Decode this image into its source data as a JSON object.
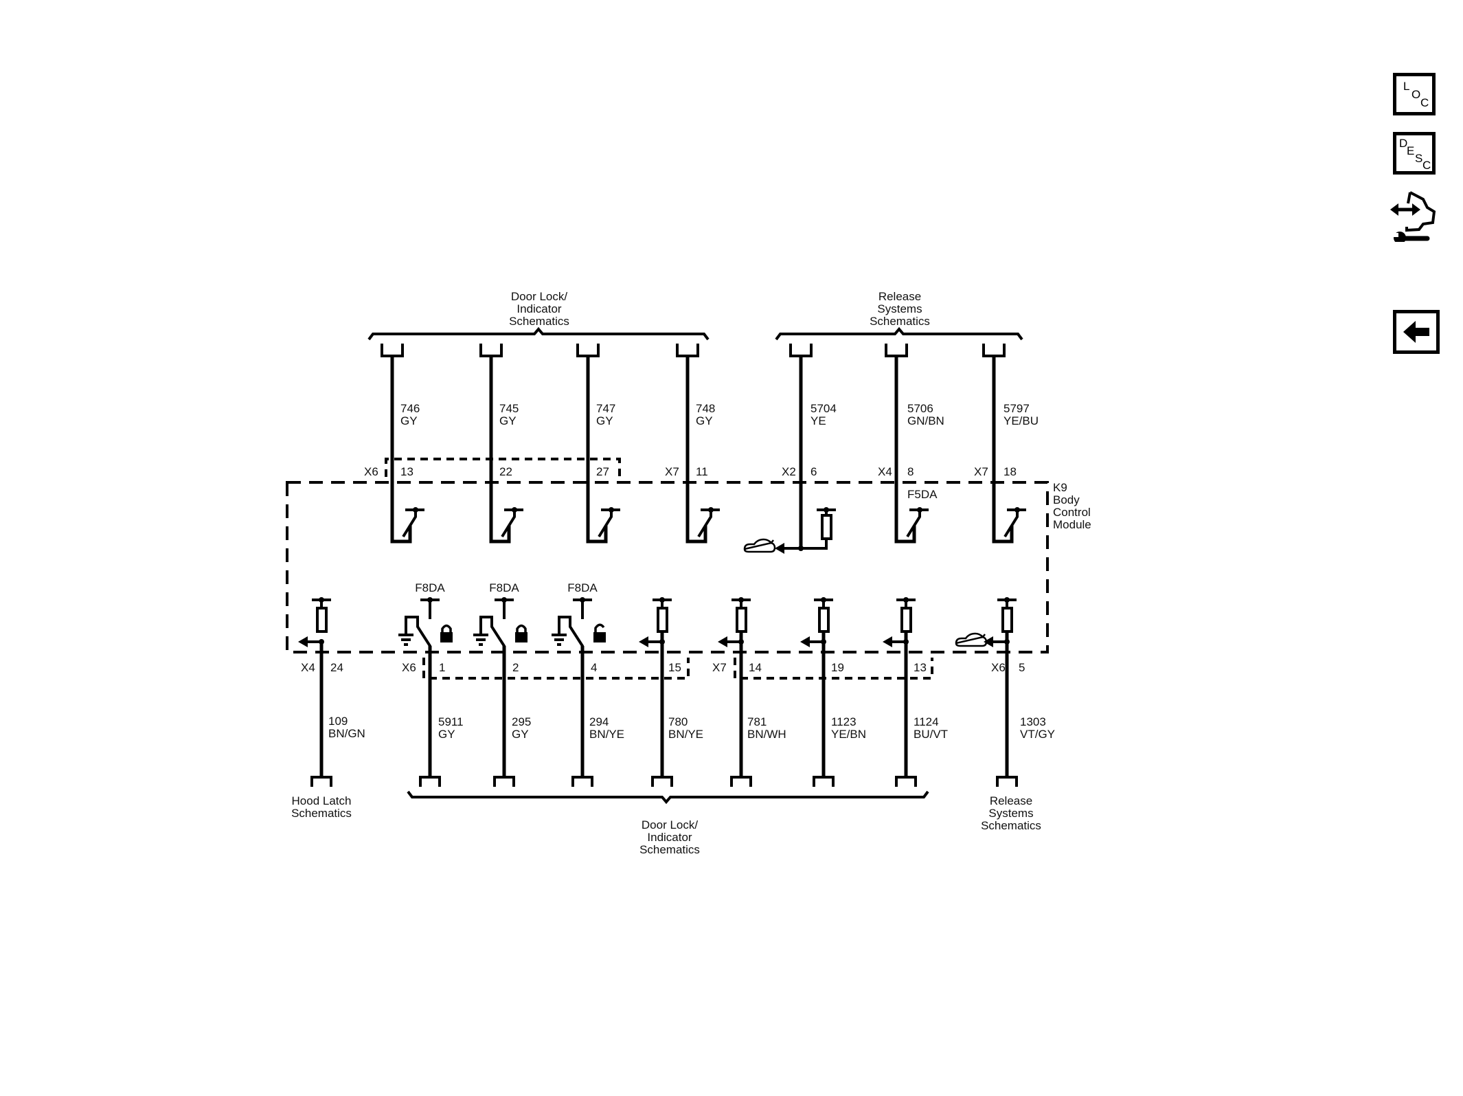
{
  "nav": {
    "loc_button": {
      "letters": [
        "L",
        "O",
        "C"
      ]
    },
    "desc_button": {
      "letters": [
        "D",
        "E",
        "S",
        "C"
      ]
    },
    "connector_tool_icon": "connector-repair-icon",
    "back_button_icon": "arrow-left-icon"
  },
  "module": {
    "id": "K9",
    "name_lines": [
      "Body",
      "Control",
      "Module"
    ]
  },
  "top_groups": [
    {
      "label_lines": [
        "Door Lock/",
        "Indicator",
        "Schematics"
      ]
    },
    {
      "label_lines": [
        "Release",
        "Systems",
        "Schematics"
      ]
    }
  ],
  "top_circuits": [
    {
      "circuit": "746",
      "color": "GY",
      "connector": "X6",
      "pin": "13",
      "fuse": ""
    },
    {
      "circuit": "745",
      "color": "GY",
      "connector": "",
      "pin": "22",
      "fuse": ""
    },
    {
      "circuit": "747",
      "color": "GY",
      "connector": "",
      "pin": "27",
      "fuse": ""
    },
    {
      "circuit": "748",
      "color": "GY",
      "connector": "X7",
      "pin": "11",
      "fuse": ""
    },
    {
      "circuit": "5704",
      "color": "YE",
      "connector": "X2",
      "pin": "6",
      "fuse": ""
    },
    {
      "circuit": "5706",
      "color": "GN/BN",
      "connector": "X4",
      "pin": "8",
      "fuse": "F5DA"
    },
    {
      "circuit": "5797",
      "color": "YE/BU",
      "connector": "X7",
      "pin": "18",
      "fuse": ""
    }
  ],
  "bottom_circuits": [
    {
      "circuit": "109",
      "color": "BN/GN",
      "connector": "X4",
      "pin": "24",
      "fuse": ""
    },
    {
      "circuit": "5911",
      "color": "GY",
      "connector": "X6",
      "pin": "1",
      "fuse": "F8DA"
    },
    {
      "circuit": "295",
      "color": "GY",
      "connector": "",
      "pin": "2",
      "fuse": "F8DA"
    },
    {
      "circuit": "294",
      "color": "BN/YE",
      "connector": "",
      "pin": "4",
      "fuse": "F8DA"
    },
    {
      "circuit": "780",
      "color": "BN/YE",
      "connector": "",
      "pin": "15",
      "fuse": ""
    },
    {
      "circuit": "781",
      "color": "BN/WH",
      "connector": "X7",
      "pin": "14",
      "fuse": ""
    },
    {
      "circuit": "1123",
      "color": "YE/BN",
      "connector": "",
      "pin": "19",
      "fuse": ""
    },
    {
      "circuit": "1124",
      "color": "BU/VT",
      "connector": "",
      "pin": "13",
      "fuse": ""
    },
    {
      "circuit": "1303",
      "color": "VT/GY",
      "connector": "X6",
      "pin": "5",
      "fuse": ""
    }
  ],
  "bottom_groups": [
    {
      "label_lines": [
        "Hood Latch",
        "Schematics"
      ]
    },
    {
      "label_lines": [
        "Door Lock/",
        "Indicator",
        "Schematics"
      ]
    },
    {
      "label_lines": [
        "Release",
        "Systems",
        "Schematics"
      ]
    }
  ]
}
